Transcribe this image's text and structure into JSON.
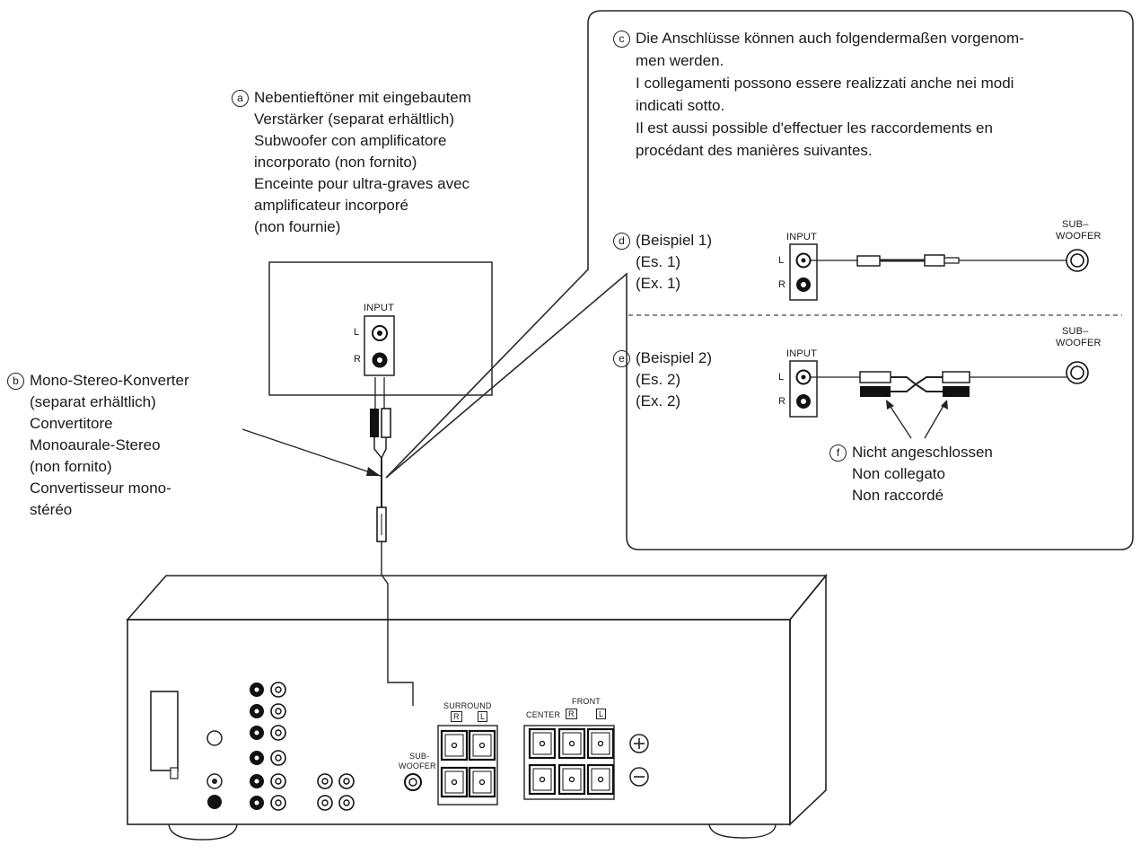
{
  "note_a": {
    "marker": "a",
    "lines": [
      "Nebentieftöner mit eingebautem",
      "Verstärker (separat erhältlich)",
      "Subwoofer con amplificatore",
      "incorporato (non fornito)",
      "Enceinte pour ultra-graves avec",
      "amplificateur incorporé",
      "(non fournie)"
    ]
  },
  "note_b": {
    "marker": "b",
    "lines": [
      "Mono-Stereo-Konverter",
      "(separat erhältlich)",
      "Convertitore",
      "Monoaurale-Stereo",
      "(non fornito)",
      "Convertisseur mono-",
      "stéréo"
    ]
  },
  "note_c": {
    "marker": "c",
    "lines": [
      "Die Anschlüsse können auch folgendermaßen vorgenom-",
      "men werden.",
      "I collegamenti possono essere realizzati anche nei modi",
      "indicati sotto.",
      "Il est aussi possible d'effectuer les raccordements en",
      "procédant des manières suivantes."
    ]
  },
  "example_1": {
    "marker": "d",
    "lines": [
      "(Beispiel 1)",
      "(Es. 1)",
      "(Ex. 1)"
    ]
  },
  "example_2": {
    "marker": "e",
    "lines": [
      "(Beispiel 2)",
      "(Es. 2)",
      "(Ex. 2)"
    ]
  },
  "note_f": {
    "marker": "f",
    "lines": [
      "Nicht angeschlossen",
      "Non collegato",
      "Non raccordé"
    ]
  },
  "labels": {
    "input": "INPUT",
    "l": "L",
    "r": "R",
    "sub_woofer_top": "SUB–",
    "sub_woofer_bottom": "WOOFER",
    "sub_rear_top": "SUB-",
    "sub_rear_bottom": "WOOFER",
    "surround": "SURROUND",
    "center": "CENTER",
    "front": "FRONT",
    "surround_r": "R",
    "surround_l": "L",
    "front_r": "R",
    "front_l": "L",
    "plus": "+",
    "minus": "−"
  }
}
